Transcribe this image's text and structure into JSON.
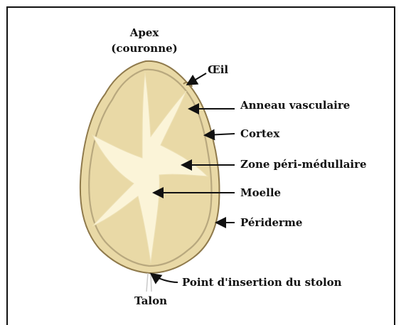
{
  "diagram": {
    "labels": {
      "apex_line1": "Apex",
      "apex_line2": "(couronne)",
      "oeil": "Œil",
      "anneau": "Anneau vasculaire",
      "cortex": "Cortex",
      "zone": "Zone péri-médullaire",
      "moelle": "Moelle",
      "periderme": "Périderme",
      "point": "Point d'insertion du stolon",
      "talon": "Talon"
    },
    "colors": {
      "skin": "#E9D9A6",
      "skin_edge": "#8F7A4C",
      "inner_line": "#B8A87E",
      "pith": "#FBF4D8",
      "frame": "#111111"
    }
  }
}
